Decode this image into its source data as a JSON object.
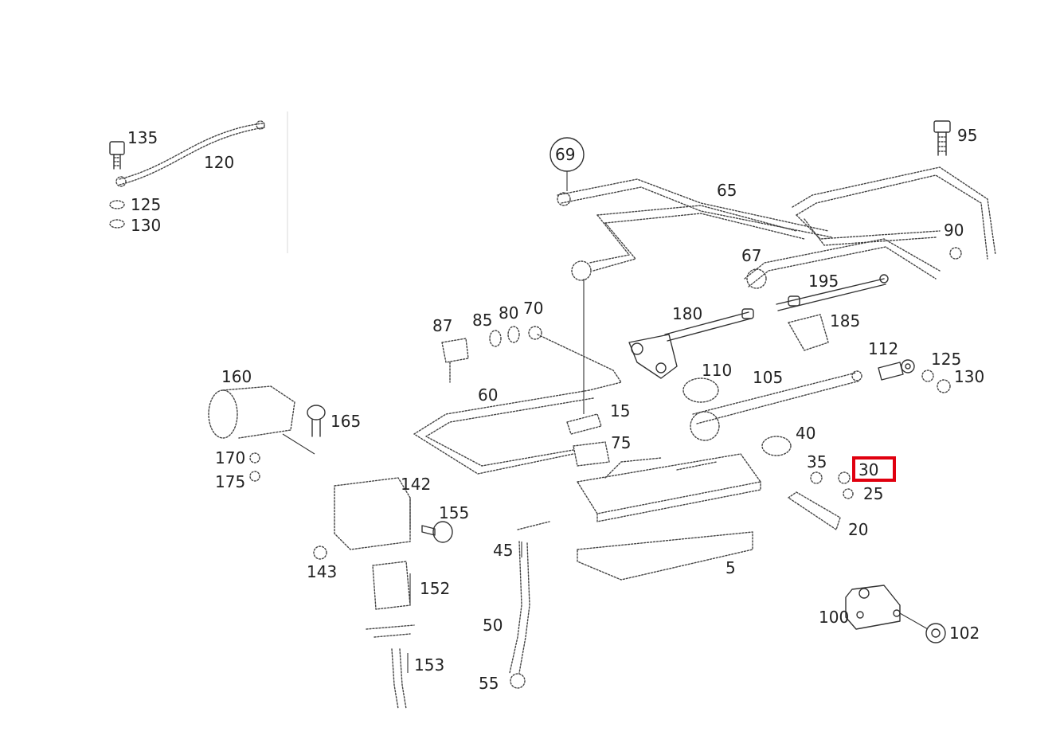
{
  "diagram": {
    "highlight_color": "#e0000f",
    "callout_ring": "69",
    "parts": {
      "p5": "5",
      "p15": "15",
      "p20": "20",
      "p25": "25",
      "p30_highlighted": "30",
      "p35": "35",
      "p40": "40",
      "p45": "45",
      "p50": "50",
      "p55": "55",
      "p60": "60",
      "p65": "65",
      "p67": "67",
      "p70": "70",
      "p75": "75",
      "p80": "80",
      "p85": "85",
      "p87": "87",
      "p90": "90",
      "p95": "95",
      "p100": "100",
      "p102": "102",
      "p105": "105",
      "p110": "110",
      "p112": "112",
      "p120": "120",
      "p125_inset": "125",
      "p125_main": "125",
      "p130_inset": "130",
      "p130_main": "130",
      "p135": "135",
      "p142": "142",
      "p143": "143",
      "p152": "152",
      "p153": "153",
      "p155": "155",
      "p160": "160",
      "p165": "165",
      "p170": "170",
      "p175": "175",
      "p180": "180",
      "p185": "185",
      "p195": "195"
    }
  }
}
